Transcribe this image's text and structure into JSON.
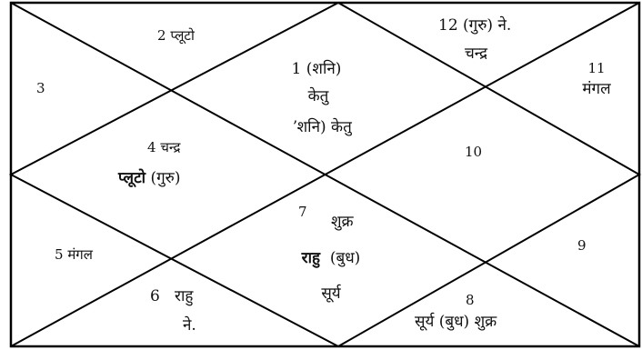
{
  "houses": {
    "h1": {
      "num": "1",
      "line1": "(शनि)",
      "line2": "केतु",
      "line3": "ʼशनि) केतु"
    },
    "h2": {
      "num": "2",
      "planets": "प्लूटो"
    },
    "h3": {
      "num": "3"
    },
    "h4": {
      "num": "4",
      "planet1": "चन्द्र",
      "planet2": "प्लूटो",
      "planet3": "(गुरु)"
    },
    "h5": {
      "num": "5",
      "planets": "मंगल"
    },
    "h6": {
      "num": "6",
      "planet1": "राहु",
      "planet2": "ने."
    },
    "h7": {
      "num": "7",
      "planet1": "शुक्र",
      "planet2": "राहु",
      "planet3": "(बुध)",
      "planet4": "सूर्य"
    },
    "h8": {
      "num": "8",
      "planets": "सूर्य (बुध) शुक्र"
    },
    "h9": {
      "num": "9"
    },
    "h10": {
      "num": "10"
    },
    "h11": {
      "num": "11",
      "planets": "मंगल"
    },
    "h12": {
      "num": "12",
      "planet1": "(गुरु) ने.",
      "planet2": "चन्द्र"
    }
  },
  "line_color": "#000000"
}
